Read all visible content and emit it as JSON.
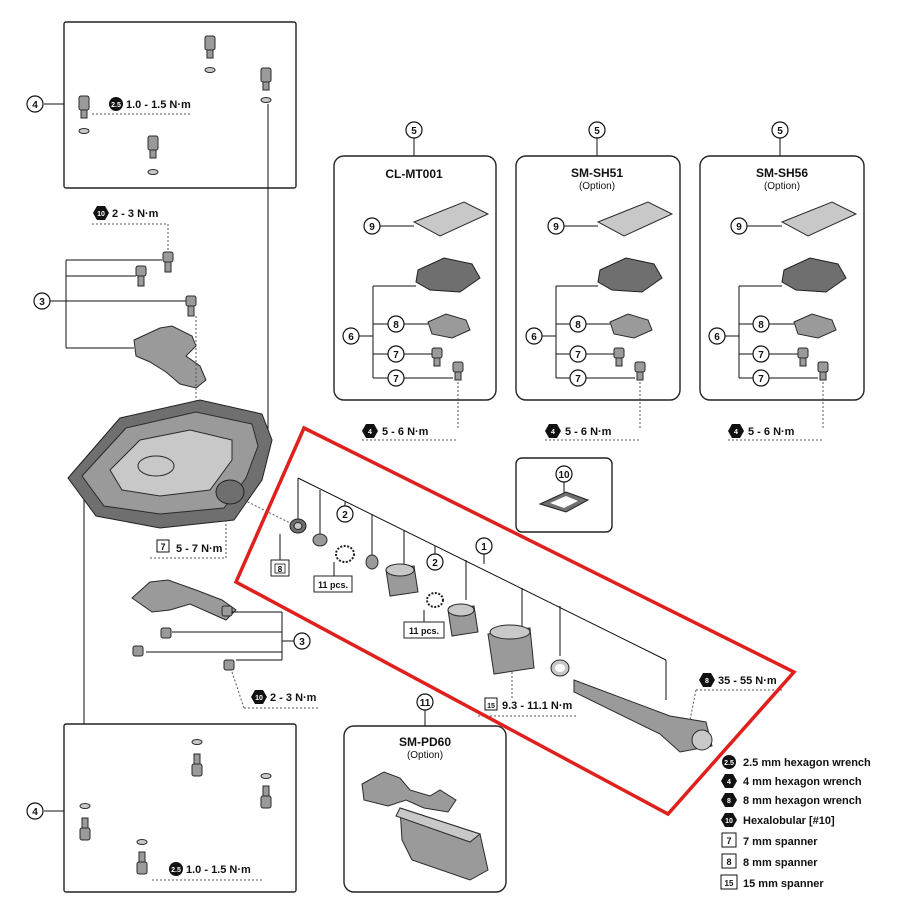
{
  "callouts": {
    "n1": "1",
    "n2": "2",
    "n3": "3",
    "n4": "4",
    "n5": "5",
    "n6": "6",
    "n7": "7",
    "n8": "8",
    "n9": "9",
    "n10": "10",
    "n11": "11"
  },
  "cleat_boxes": [
    {
      "title": "CL-MT001",
      "subtitle": ""
    },
    {
      "title": "SM-SH51",
      "subtitle": "(Option)"
    },
    {
      "title": "SM-SH56",
      "subtitle": "(Option)"
    }
  ],
  "tool_box": {
    "title": "SM-PD60",
    "subtitle": "(Option)"
  },
  "torques": {
    "pin_top": "1.0 - 1.5 N·m",
    "pin_bottom": "1.0 - 1.5 N·m",
    "plate_top": "2 - 3 N·m",
    "plate_bottom": "2 - 3 N·m",
    "cleat": "5 - 6 N·m",
    "locknut": "5 - 7 N·m",
    "cone": "9.3 - 11.1 N·m",
    "axle": "35 - 55 N·m"
  },
  "tool_badges": {
    "hex25": "2.5",
    "hex4": "4",
    "hex8": "8",
    "hexalobular": "10",
    "sp7": "7",
    "sp8": "8",
    "sp15": "15"
  },
  "pcs_labels": {
    "a": "11 pcs.",
    "b": "11 pcs."
  },
  "legend": [
    {
      "badge": "2.5",
      "text": "2.5 mm hexagon wrench"
    },
    {
      "badge": "4",
      "text": "4 mm hexagon wrench"
    },
    {
      "badge": "8",
      "text": "8 mm hexagon wrench"
    },
    {
      "badge": "10",
      "text": "Hexalobular [#10]"
    },
    {
      "badge": "7",
      "text": "7 mm spanner"
    },
    {
      "badge": "8",
      "text": "8 mm spanner"
    },
    {
      "badge": "15",
      "text": "15 mm spanner"
    }
  ],
  "colors": {
    "highlight": "#e0201c",
    "part": "#9a9a9a",
    "ink": "#111111"
  }
}
